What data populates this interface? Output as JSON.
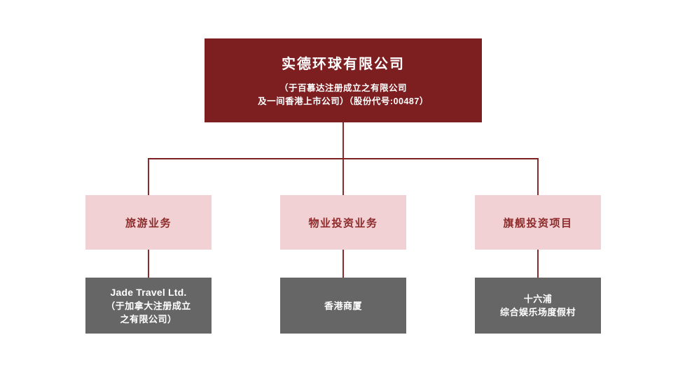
{
  "colors": {
    "dark_red": "#7d1f20",
    "pink": "#f2d1d4",
    "pink_text": "#8d2b2b",
    "gray": "#666666",
    "line": "#8b2c2c",
    "line_dark": "#7d2022",
    "white_text": "#ffffff"
  },
  "root": {
    "title": "实德环球有限公司",
    "subtitle_line1": "（于百慕达注册成立之有限公司",
    "subtitle_line2": "及一间香港上市公司）（股份代号:00487）"
  },
  "branches": [
    {
      "label": "旅游业务",
      "child_lines": [
        "Jade Travel Ltd.",
        "（于加拿大注册成立",
        "之有限公司）"
      ]
    },
    {
      "label": "物业投资业务",
      "child_lines": [
        "香港商厦"
      ]
    },
    {
      "label": "旗舰投资项目",
      "child_lines": [
        "十六浦",
        "综合娱乐场度假村"
      ]
    }
  ]
}
